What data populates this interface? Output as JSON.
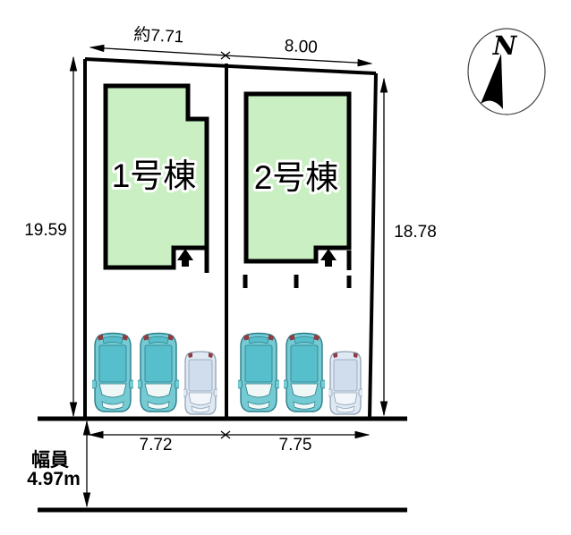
{
  "site_plan": {
    "compass": {
      "north_label": "N"
    },
    "buildings": [
      {
        "label": "1号棟"
      },
      {
        "label": "2号棟"
      }
    ],
    "dimensions": {
      "top_lot1": "約7.71",
      "top_lot2": "8.00",
      "side_left": "19.59",
      "side_right": "18.78",
      "frontage_lot1": "7.72",
      "frontage_lot2": "7.75"
    },
    "road": {
      "width_label": "幅員",
      "width_value": "4.97m"
    },
    "colors": {
      "building_fill": "#c9efc3",
      "outline_color": "#000000",
      "car_teal_body": "#74cbd4",
      "car_teal_roof": "#57bfcb",
      "car_teal_glass": "#f0f7f7",
      "car_teal_line": "#2a7d89",
      "car_light_body": "#dfe9f4",
      "car_light_roof": "#cfdded",
      "car_light_glass": "#f2f6fb",
      "car_light_line": "#8fa0b4",
      "car_tail": "#8e3d42"
    }
  }
}
